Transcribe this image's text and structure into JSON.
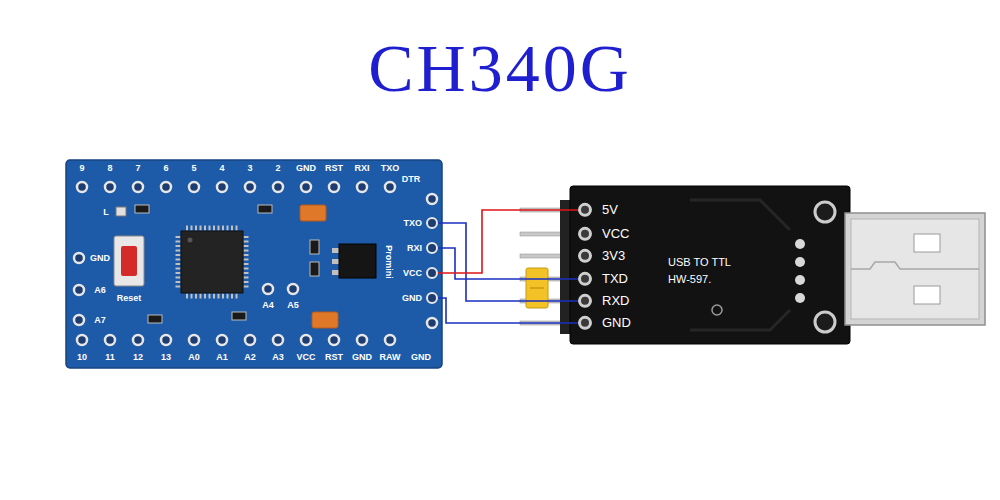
{
  "diagram": {
    "title": "CH340G",
    "nodes": [
      {
        "text": [
          "Reset",
          "Promini"
        ]
      },
      {
        "text": [
          "TXO"
        ],
        "in": 0
      },
      {
        "text": [
          "RXI"
        ],
        "in": 0
      },
      {
        "text": [
          "VCC"
        ],
        "in": 0
      },
      {
        "text": [
          "GND"
        ],
        "in": 0
      },
      {
        "text": [
          "USB TO TTL",
          "HW-597."
        ]
      },
      {
        "text": [
          "5V"
        ],
        "in": 5
      },
      {
        "text": [
          "VCC"
        ],
        "in": 5
      },
      {
        "text": [
          "3V3"
        ],
        "in": 5
      },
      {
        "text": [
          "TXD"
        ],
        "in": 5
      },
      {
        "text": [
          "RXD"
        ],
        "in": 5
      },
      {
        "text": [
          "GND"
        ],
        "in": 5
      }
    ],
    "edges": [
      {
        "from": 1,
        "to": 10,
        "arrow": "none"
      },
      {
        "from": 2,
        "to": 9,
        "arrow": "none"
      },
      {
        "from": 3,
        "to": 6,
        "arrow": "none"
      },
      {
        "from": 4,
        "to": 11,
        "arrow": "none"
      }
    ],
    "labels": [
      "9",
      "8",
      "7",
      "6",
      "5",
      "4",
      "3",
      "2",
      "GND",
      "RST",
      "RXI",
      "TXO",
      "DTR",
      "L",
      "GND",
      "A6",
      "A7",
      "A4",
      "A5",
      "10",
      "11",
      "12",
      "13",
      "A0",
      "A1",
      "A2",
      "A3",
      "VCC",
      "RST",
      "GND",
      "RAW",
      "GND"
    ]
  }
}
